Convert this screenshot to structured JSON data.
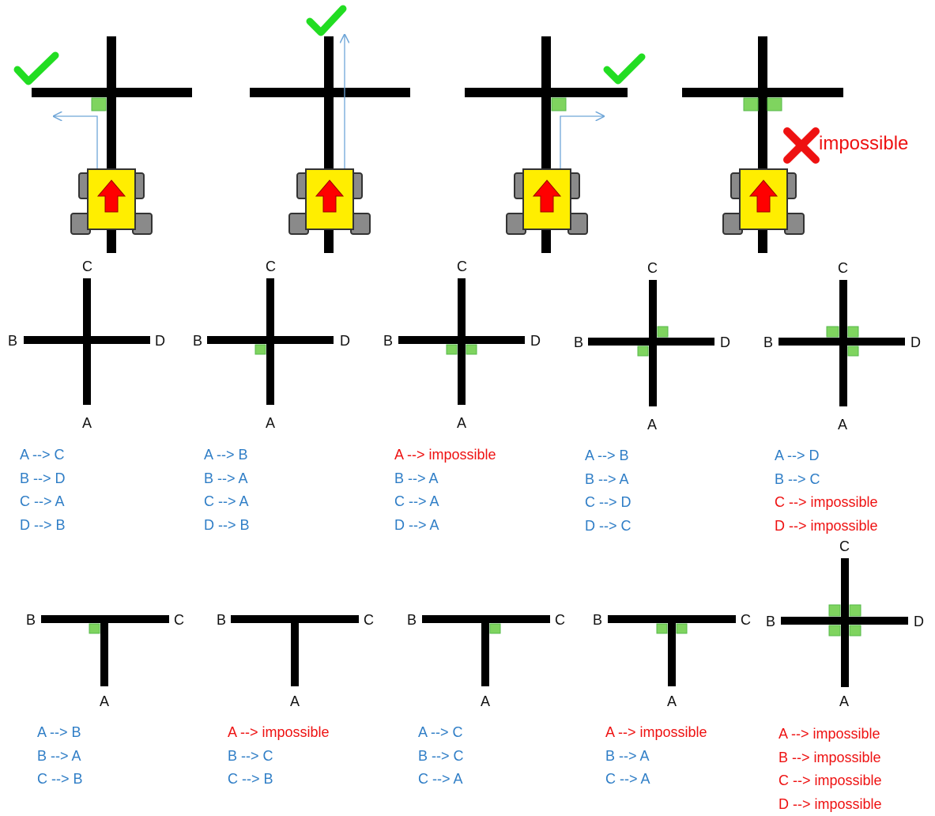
{
  "colors": {
    "line": "#000000",
    "marker_fill": "#7fd45f",
    "marker_border": "#56b84a",
    "robot_body": "#ffee00",
    "robot_arrow": "#ff0000",
    "path_arrow": "#6fa6d8",
    "check": "#22dd22",
    "cross": "#ee1111",
    "rule_ok": "#2e7dc6",
    "rule_bad": "#ee1111"
  },
  "top_row": [
    {
      "status": "check-icon",
      "path": "left"
    },
    {
      "status": "check-icon",
      "path": "straight"
    },
    {
      "status": "check-icon",
      "path": "right"
    },
    {
      "status": "cross-icon",
      "path": "none",
      "text": "impossible"
    }
  ],
  "row2": [
    {
      "labels": {
        "top": "C",
        "left": "B",
        "right": "D",
        "bottom": "A"
      },
      "rules": [
        {
          "text": "A --> C",
          "ok": true
        },
        {
          "text": "B --> D",
          "ok": true
        },
        {
          "text": "C --> A",
          "ok": true
        },
        {
          "text": "D --> B",
          "ok": true
        }
      ]
    },
    {
      "labels": {
        "top": "C",
        "left": "B",
        "right": "D",
        "bottom": "A"
      },
      "rules": [
        {
          "text": "A --> B",
          "ok": true
        },
        {
          "text": "B --> A",
          "ok": true
        },
        {
          "text": "C --> A",
          "ok": true
        },
        {
          "text": "D --> B",
          "ok": true
        }
      ]
    },
    {
      "labels": {
        "top": "C",
        "left": "B",
        "right": "D",
        "bottom": "A"
      },
      "rules": [
        {
          "text": "A --> impossible",
          "ok": false
        },
        {
          "text": "B --> A",
          "ok": true
        },
        {
          "text": "C --> A",
          "ok": true
        },
        {
          "text": "D --> A",
          "ok": true
        }
      ]
    },
    {
      "labels": {
        "top": "C",
        "left": "B",
        "right": "D",
        "bottom": "A"
      },
      "rules": [
        {
          "text": "A --> B",
          "ok": true
        },
        {
          "text": "B --> A",
          "ok": true
        },
        {
          "text": "C --> D",
          "ok": true
        },
        {
          "text": "D --> C",
          "ok": true
        }
      ]
    },
    {
      "labels": {
        "top": "C",
        "left": "B",
        "right": "D",
        "bottom": "A"
      },
      "rules": [
        {
          "text": "A --> D",
          "ok": true
        },
        {
          "text": "B --> C",
          "ok": true
        },
        {
          "text": "C --> impossible",
          "ok": false
        },
        {
          "text": "D --> impossible",
          "ok": false
        }
      ]
    }
  ],
  "row3": [
    {
      "labels": {
        "left": "B",
        "right": "C",
        "bottom": "A"
      },
      "rules": [
        {
          "text": "A --> B",
          "ok": true
        },
        {
          "text": "B --> A",
          "ok": true
        },
        {
          "text": "C --> B",
          "ok": true
        }
      ]
    },
    {
      "labels": {
        "left": "B",
        "right": "C",
        "bottom": "A"
      },
      "rules": [
        {
          "text": "A --> impossible",
          "ok": false
        },
        {
          "text": "B --> C",
          "ok": true
        },
        {
          "text": "C --> B",
          "ok": true
        }
      ]
    },
    {
      "labels": {
        "left": "B",
        "right": "C",
        "bottom": "A"
      },
      "rules": [
        {
          "text": "A --> C",
          "ok": true
        },
        {
          "text": "B --> C",
          "ok": true
        },
        {
          "text": "C --> A",
          "ok": true
        }
      ]
    },
    {
      "labels": {
        "left": "B",
        "right": "C",
        "bottom": "A"
      },
      "rules": [
        {
          "text": "A --> impossible",
          "ok": false
        },
        {
          "text": "B --> A",
          "ok": true
        },
        {
          "text": "C --> A",
          "ok": true
        }
      ]
    },
    {
      "labels": {
        "top": "C",
        "left": "B",
        "right": "D",
        "bottom": "A"
      },
      "rules": [
        {
          "text": "A --> impossible",
          "ok": false
        },
        {
          "text": "B --> impossible",
          "ok": false
        },
        {
          "text": "C --> impossible",
          "ok": false
        },
        {
          "text": "D --> impossible",
          "ok": false
        }
      ]
    }
  ]
}
